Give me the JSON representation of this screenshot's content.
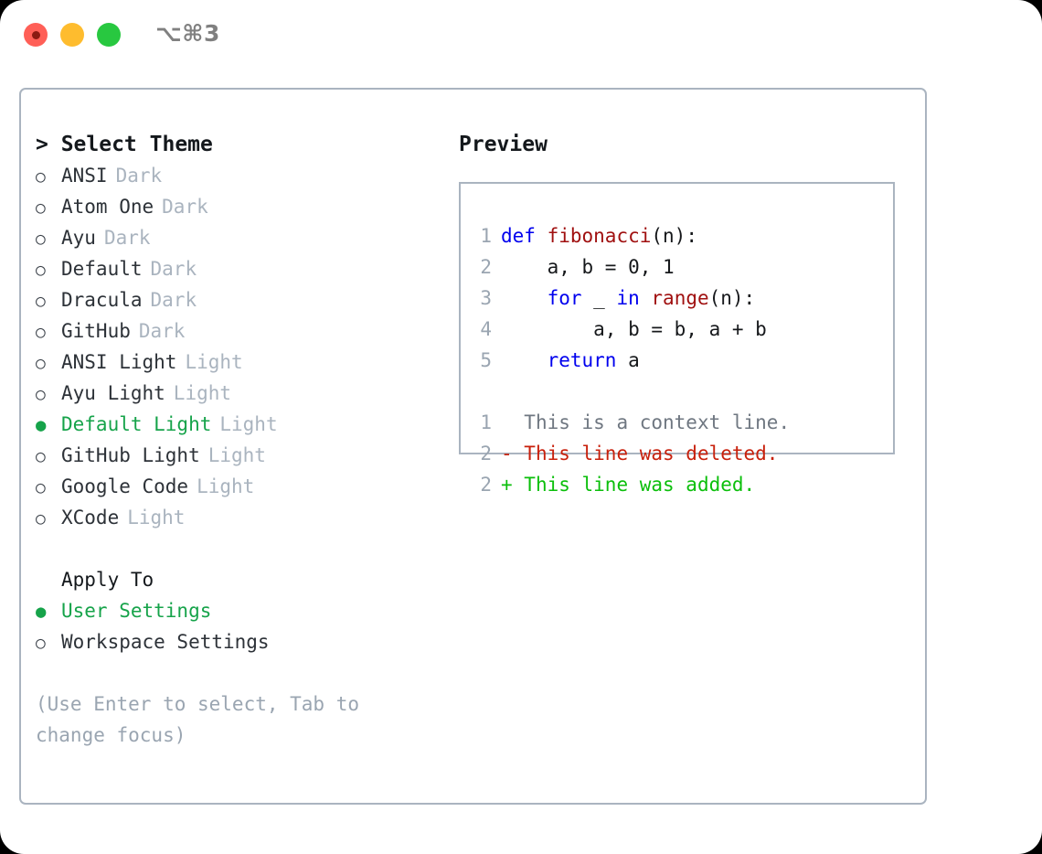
{
  "titlebar": {
    "shortcut": "⌥⌘3",
    "lights": [
      {
        "name": "close",
        "color": "#ff5f57"
      },
      {
        "name": "minimize",
        "color": "#febc2e"
      },
      {
        "name": "maximize",
        "color": "#28c840"
      }
    ]
  },
  "left": {
    "title": "> Select Theme",
    "themes": [
      {
        "marker": "○",
        "name": "ANSI",
        "tag": "Dark",
        "selected": false
      },
      {
        "marker": "○",
        "name": "Atom One",
        "tag": "Dark",
        "selected": false
      },
      {
        "marker": "○",
        "name": "Ayu",
        "tag": "Dark",
        "selected": false
      },
      {
        "marker": "○",
        "name": "Default",
        "tag": "Dark",
        "selected": false
      },
      {
        "marker": "○",
        "name": "Dracula",
        "tag": "Dark",
        "selected": false
      },
      {
        "marker": "○",
        "name": "GitHub",
        "tag": "Dark",
        "selected": false
      },
      {
        "marker": "○",
        "name": "ANSI Light",
        "tag": "Light",
        "selected": false
      },
      {
        "marker": "○",
        "name": "Ayu Light",
        "tag": "Light",
        "selected": false
      },
      {
        "marker": "●",
        "name": "Default Light",
        "tag": "Light",
        "selected": true
      },
      {
        "marker": "○",
        "name": "GitHub Light",
        "tag": "Light",
        "selected": false
      },
      {
        "marker": "○",
        "name": "Google Code",
        "tag": "Light",
        "selected": false
      },
      {
        "marker": "○",
        "name": "XCode",
        "tag": "Light",
        "selected": false
      }
    ],
    "apply_to": {
      "label": "Apply To",
      "options": [
        {
          "marker": "●",
          "name": "User Settings",
          "selected": true
        },
        {
          "marker": "○",
          "name": "Workspace Settings",
          "selected": false
        }
      ]
    },
    "hint": "(Use Enter to select, Tab to change focus)"
  },
  "right": {
    "title": "Preview",
    "code_lines": [
      {
        "num": "1",
        "tokens": [
          {
            "t": "def",
            "c": "kw"
          },
          {
            "t": " ",
            "c": "plain"
          },
          {
            "t": "fibonacci",
            "c": "fn"
          },
          {
            "t": "(n):",
            "c": "plain"
          }
        ]
      },
      {
        "num": "2",
        "tokens": [
          {
            "t": "    a, b = 0, 1",
            "c": "plain"
          }
        ]
      },
      {
        "num": "3",
        "tokens": [
          {
            "t": "    ",
            "c": "plain"
          },
          {
            "t": "for",
            "c": "kw"
          },
          {
            "t": " _ ",
            "c": "plain"
          },
          {
            "t": "in",
            "c": "kw"
          },
          {
            "t": " ",
            "c": "plain"
          },
          {
            "t": "range",
            "c": "fn"
          },
          {
            "t": "(n):",
            "c": "plain"
          }
        ]
      },
      {
        "num": "4",
        "tokens": [
          {
            "t": "        a, b = b, a + b",
            "c": "plain"
          }
        ]
      },
      {
        "num": "5",
        "tokens": [
          {
            "t": "    ",
            "c": "plain"
          },
          {
            "t": "return",
            "c": "kw"
          },
          {
            "t": " a",
            "c": "plain"
          }
        ]
      }
    ],
    "diff_lines": [
      {
        "num": "1",
        "sign": " ",
        "text": " This is a context line.",
        "c": "ctx"
      },
      {
        "num": "2",
        "sign": "-",
        "text": " This line was deleted.",
        "c": "del"
      },
      {
        "num": "2",
        "sign": "+",
        "text": " This line was added.",
        "c": "add"
      }
    ]
  },
  "colors": {
    "accent_green": "#16a34a",
    "diff_add": "#0bbf0b",
    "diff_del": "#c8200c",
    "keyword": "#0000ee",
    "function": "#a01010",
    "muted": "#aab4bf",
    "border": "#aab4c0"
  }
}
